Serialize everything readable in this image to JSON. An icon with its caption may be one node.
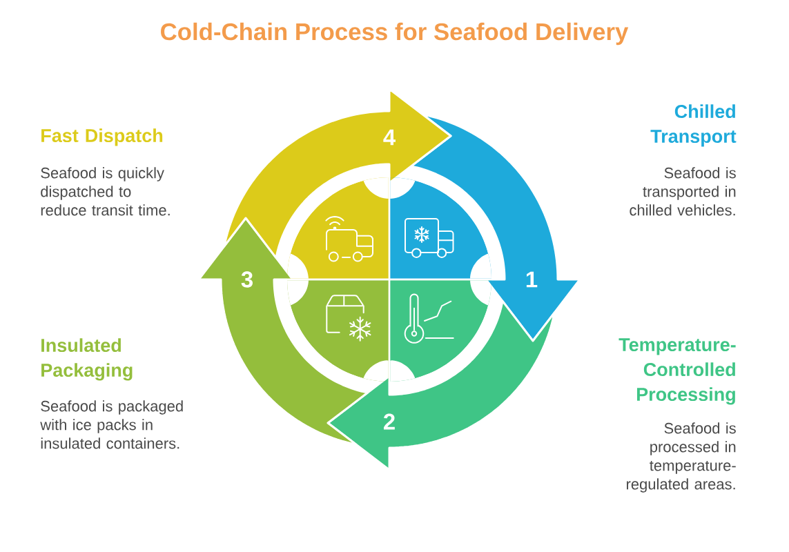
{
  "diagram": {
    "title": "Cold-Chain Process for Seafood Delivery",
    "nodes": [
      {
        "text": [
          "1"
        ],
        "beside": [
          "Chilled Transport",
          "Seafood is transported in chilled vehicles."
        ]
      },
      {
        "text": [
          "2"
        ],
        "beside": [
          "Temperature-Controlled Processing",
          "Seafood is processed in temperature-regulated areas."
        ]
      },
      {
        "text": [
          "3"
        ],
        "beside": [
          "Insulated Packaging",
          "Seafood is packaged with ice packs in insulated containers."
        ]
      },
      {
        "text": [
          "4"
        ],
        "beside": [
          "Fast Dispatch",
          "Seafood is quickly dispatched to reduce transit time."
        ]
      },
      {
        "text": [],
        "shape": "picture"
      },
      {
        "text": [],
        "shape": "picture"
      },
      {
        "text": [],
        "shape": "picture"
      },
      {
        "text": [],
        "shape": "picture"
      }
    ]
  }
}
